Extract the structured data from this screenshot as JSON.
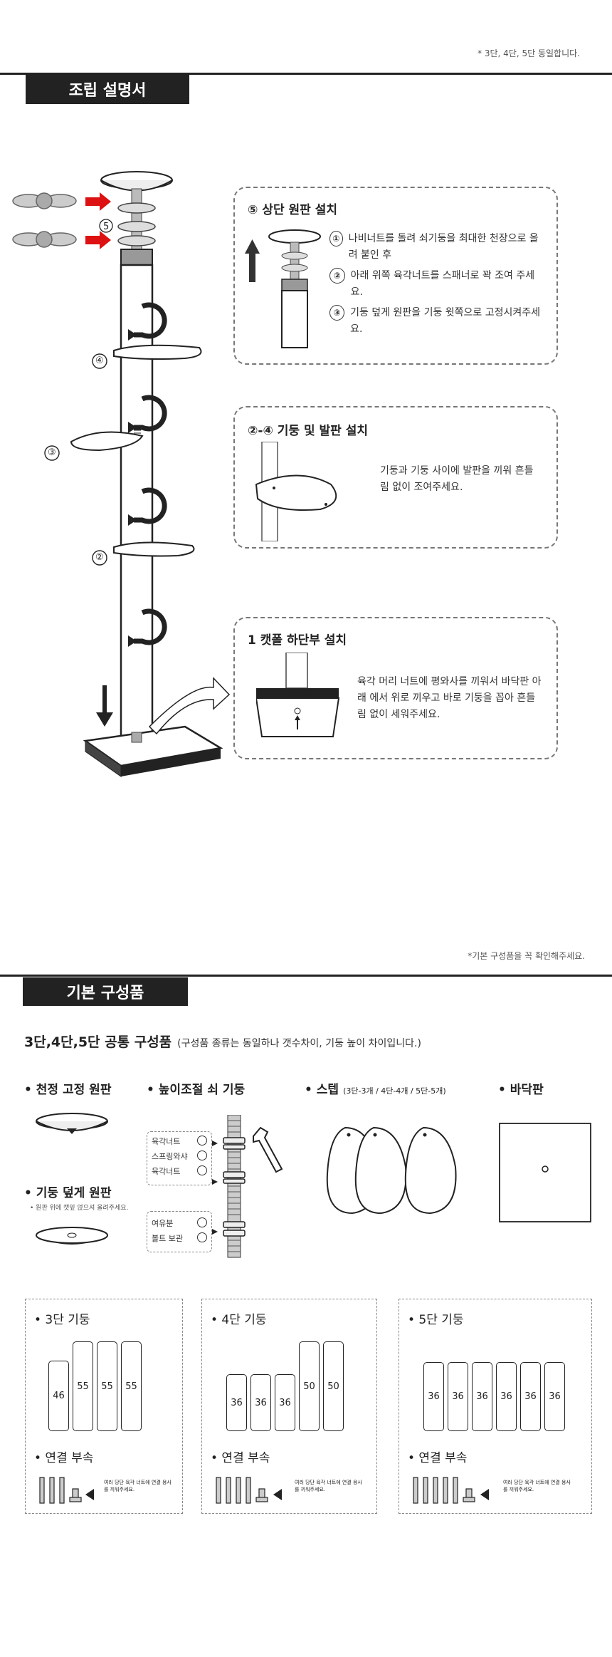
{
  "top_note": "* 3단, 4단, 5단 동일합니다.",
  "assembly_title": "조립 설명서",
  "pole_labels": [
    "⑤",
    "④",
    "③",
    "②"
  ],
  "steps": [
    {
      "title": "⑤ 상단 원판 설치",
      "lines": [
        {
          "marker": "①",
          "text": "나비너트를 돌려 쇠기둥을 최대한 천장으로 올려 붙인 후"
        },
        {
          "marker": "②",
          "text": "아래 위쪽 육각너트를 스패너로 꽉 조여 주세요."
        },
        {
          "marker": "③",
          "text": "기둥 덮게 원판을 기둥 윗쪽으로 고정시켜주세요."
        }
      ]
    },
    {
      "title": "②-④ 기둥 및 발판 설치",
      "lines": [
        {
          "marker": "",
          "text": "기둥과 기둥 사이에 발판을 끼워 흔들림 없이 조여주세요."
        }
      ]
    },
    {
      "title": "1 캣폴 하단부 설치",
      "lines": [
        {
          "marker": "",
          "text": "육각 머리 너트에 평와사를 끼워서 바닥판 아래 에서 위로 끼우고 바로 기둥을 꼽아 흔들림 없이 세워주세요."
        }
      ]
    }
  ],
  "components_note": "*기본 구성품을 꼭 확인해주세요.",
  "components_title": "기본 구성품",
  "common_heading": "3단,4단,5단 공통 구성품",
  "common_sub": "(구성품 종류는 동일하나 갯수차이, 기둥 높이 차이입니다.)",
  "components": {
    "ceiling_plate": "• 천정 고정 원판",
    "cover_plate": "• 기둥 덮게 원판",
    "cover_plate_note": "• 원판 위에 캣잎 얹으셔 올려주세요.",
    "adjust_pole": "• 높이조절 쇠 기둥",
    "nut_labels": [
      "육각너트",
      "스프링와샤",
      "육각너트"
    ],
    "spare_labels": [
      "여유분",
      "볼트 보관"
    ],
    "steps_label": "• 스텝",
    "steps_count": "(3단-3개 / 4단-4개 / 5단-5개)",
    "base_label": "• 바닥판"
  },
  "pillar_sets": [
    {
      "title": "• 3단 기둥",
      "pillars": [
        "46",
        "55",
        "55",
        "55"
      ],
      "conn_label": "• 연결 부속",
      "conn_note": "여러 당단 육각 너트에 연결 용사를 끼워주세요."
    },
    {
      "title": "• 4단 기둥",
      "pillars": [
        "36",
        "36",
        "36",
        "50",
        "50"
      ],
      "conn_label": "• 연결 부속",
      "conn_note": "여러 당단 육각 너트에 연결 용사를 끼워주세요."
    },
    {
      "title": "• 5단 기둥",
      "pillars": [
        "36",
        "36",
        "36",
        "36",
        "36",
        "36"
      ],
      "conn_label": "• 연결 부속",
      "conn_note": "여러 당단 육각 너트에 연결 용사를 끼워주세요."
    }
  ]
}
